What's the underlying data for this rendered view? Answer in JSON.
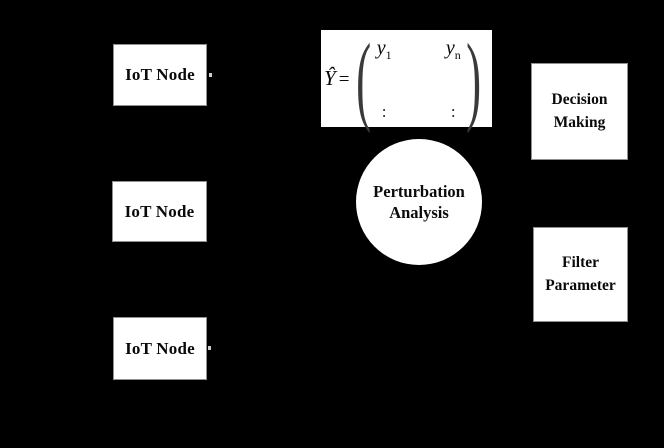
{
  "colors": {
    "background": "#000000",
    "shape_fill": "#ffffff",
    "shape_border": "#909090",
    "text": "#0a0a0a"
  },
  "iot_nodes": [
    {
      "label": "IoT Node"
    },
    {
      "label": "IoT Node"
    },
    {
      "label": "IoT Node"
    }
  ],
  "formula": {
    "lhs": "Ŷ",
    "equals": "=",
    "paren_open": "(",
    "paren_close": ")",
    "entries": {
      "top_left_base": "y",
      "top_left_sub": "1",
      "top_right_base": "y",
      "top_right_sub": "n",
      "bottom_left": ":",
      "bottom_right": ":"
    }
  },
  "circle": {
    "line1": "Perturbation",
    "line2": "Analysis"
  },
  "decision_box": {
    "line1": "Decision",
    "line2": "Making"
  },
  "filter_box": {
    "line1": "Filter",
    "line2": "Parameter"
  }
}
